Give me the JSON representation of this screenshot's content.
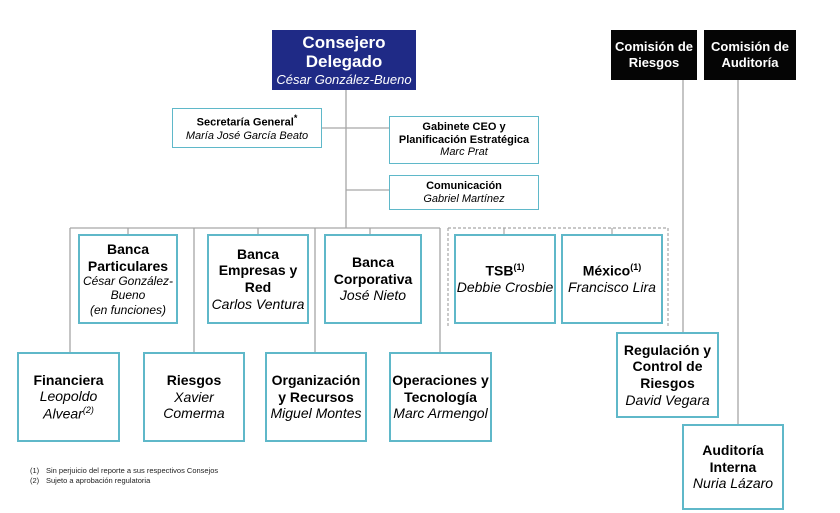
{
  "consejero": {
    "title_1": "Consejero",
    "title_2": "Delegado",
    "person": "César González-Bueno"
  },
  "comision_riesgos": {
    "title_1": "Comisión de",
    "title_2": "Riesgos"
  },
  "comision_auditoria": {
    "title_1": "Comisión de",
    "title_2": "Auditoría"
  },
  "secretaria": {
    "title": "Secretaría General",
    "mark": "*",
    "person": "María José García Beato"
  },
  "gabinete": {
    "title_1": "Gabinete CEO y",
    "title_2": "Planificación Estratégica",
    "person": "Marc Prat"
  },
  "comunicacion": {
    "title": "Comunicación",
    "person": "Gabriel Martínez"
  },
  "banca_particulares": {
    "title_1": "Banca",
    "title_2": "Particulares",
    "person_1": "César González-",
    "person_2": "Bueno",
    "person_3": "(en funciones)"
  },
  "banca_empresas": {
    "title_1": "Banca",
    "title_2": "Empresas y",
    "title_3": "Red",
    "person": "Carlos Ventura"
  },
  "banca_corporativa": {
    "title_1": "Banca",
    "title_2": "Corporativa",
    "person": "José Nieto"
  },
  "tsb": {
    "title": "TSB",
    "sup": "(1)",
    "person": "Debbie Crosbie"
  },
  "mexico": {
    "title": "México",
    "sup": "(1)",
    "person": "Francisco Lira"
  },
  "financiera": {
    "title": "Financiera",
    "person_1": "Leopoldo",
    "person_2": "Alvear",
    "sup": "(2)"
  },
  "riesgos": {
    "title": "Riesgos",
    "person_1": "Xavier",
    "person_2": "Comerma"
  },
  "organizacion": {
    "title_1": "Organización",
    "title_2": "y Recursos",
    "person": "Miguel Montes"
  },
  "operaciones": {
    "title_1": "Operaciones y",
    "title_2": "Tecnología",
    "person": "Marc Armengol"
  },
  "regulacion": {
    "title_1": "Regulación y",
    "title_2": "Control de",
    "title_3": "Riesgos",
    "person": "David Vegara"
  },
  "auditoria_interna": {
    "title_1": "Auditoría",
    "title_2": "Interna",
    "person": "Nuria Lázaro"
  },
  "footnotes": [
    {
      "num": "(1)",
      "text": "Sin perjuicio del reporte a sus  respectivos Consejos"
    },
    {
      "num": "(2)",
      "text": "Sujeto a aprobación regulatoria"
    }
  ],
  "colors": {
    "box_border": "#5fb8c9",
    "consejero_bg": "#1f2a86",
    "comision_bg": "#050505",
    "connector": "#a6a6a6"
  }
}
